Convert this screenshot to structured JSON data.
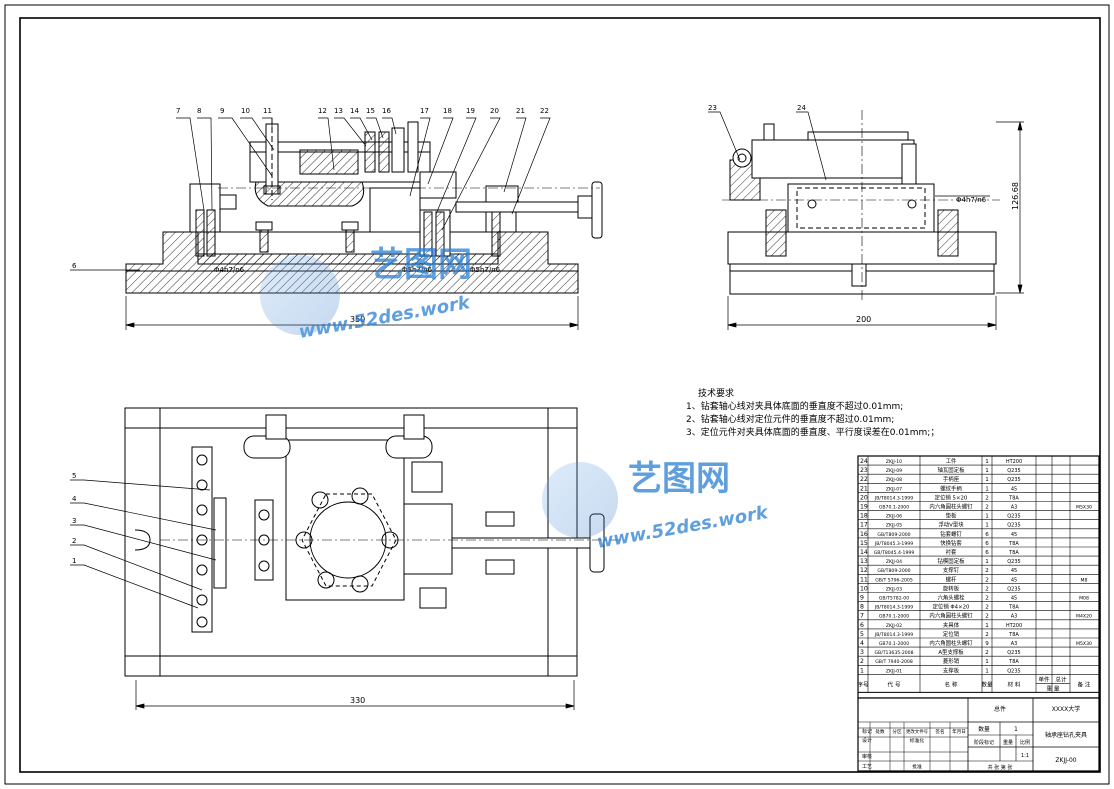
{
  "colors": {
    "line": "#000000",
    "hatch": "#000000",
    "watermark": "#2a7fd4"
  },
  "dims": {
    "front_width": "350",
    "side_width": "200",
    "side_height": "126.68",
    "top_width": "330"
  },
  "fits": {
    "fit_a": "Φ4h7/n6",
    "fit_b": "Φ5h7/n6",
    "fit_c": "Φ5h7/n6",
    "fit_side": "Φ4h7/n6"
  },
  "balloons_front": [
    "7",
    "8",
    "9",
    "10",
    "11",
    "12",
    "13",
    "14",
    "15",
    "16",
    "17",
    "18",
    "19",
    "20",
    "21",
    "22"
  ],
  "balloon_6": "6",
  "balloons_side": [
    "23",
    "24"
  ],
  "balloons_top": [
    "5",
    "4",
    "3",
    "2",
    "1"
  ],
  "tech": {
    "title": "技术要求",
    "lines": [
      "1、钻套轴心线对夹具体底面的垂直度不超过0.01mm;",
      "2、钻套轴心线对定位元件的垂直度不超过0.01mm;",
      "3、定位元件对夹具体底面的垂直度、平行度误差在0.01mm;；"
    ]
  },
  "watermark": {
    "brand": "艺图网",
    "url": "www.52des.work"
  },
  "bom": [
    {
      "no": "24",
      "code": "ZKJJ-10",
      "name": "工件",
      "qty": "1",
      "mat": "HT200",
      "note": ""
    },
    {
      "no": "23",
      "code": "ZKJJ-09",
      "name": "轴瓦固定板",
      "qty": "1",
      "mat": "Q235",
      "note": ""
    },
    {
      "no": "22",
      "code": "ZKJJ-08",
      "name": "手柄座",
      "qty": "1",
      "mat": "Q235",
      "note": ""
    },
    {
      "no": "21",
      "code": "ZKJJ-07",
      "name": "螺纹手柄",
      "qty": "1",
      "mat": "45",
      "note": ""
    },
    {
      "no": "20",
      "code": "JB/T8014.3-1999",
      "name": "定位销 5×20",
      "qty": "2",
      "mat": "T8A",
      "note": ""
    },
    {
      "no": "19",
      "code": "GB70.1-2000",
      "name": "内六角圆柱头螺钉",
      "qty": "2",
      "mat": "A3",
      "note": "M5X30"
    },
    {
      "no": "18",
      "code": "ZKJJ-06",
      "name": "垫板",
      "qty": "1",
      "mat": "Q235",
      "note": ""
    },
    {
      "no": "17",
      "code": "ZKJJ-05",
      "name": "浮动V型块",
      "qty": "1",
      "mat": "Q235",
      "note": ""
    },
    {
      "no": "16",
      "code": "GB/T809-2000",
      "name": "钻套螺钉",
      "qty": "6",
      "mat": "45",
      "note": ""
    },
    {
      "no": "15",
      "code": "JB/T8045.3-1999",
      "name": "快换钻套",
      "qty": "6",
      "mat": "T8A",
      "note": ""
    },
    {
      "no": "14",
      "code": "GB/T8045.4-1999",
      "name": "衬套",
      "qty": "6",
      "mat": "T8A",
      "note": ""
    },
    {
      "no": "13",
      "code": "ZKJJ-04",
      "name": "钻模固定板",
      "qty": "1",
      "mat": "Q235",
      "note": ""
    },
    {
      "no": "12",
      "code": "GB/T809-2000",
      "name": "支撑钉",
      "qty": "2",
      "mat": "45",
      "note": ""
    },
    {
      "no": "11",
      "code": "GB/T 5796-2005",
      "name": "螺杆",
      "qty": "2",
      "mat": "45",
      "note": "M8"
    },
    {
      "no": "10",
      "code": "ZKJJ-03",
      "name": "旋转板",
      "qty": "2",
      "mat": "Q235",
      "note": ""
    },
    {
      "no": "9",
      "code": "GB/T5782-00",
      "name": "六角头螺栓",
      "qty": "2",
      "mat": "45",
      "note": "M08"
    },
    {
      "no": "8",
      "code": "JB/T8014.3-1999",
      "name": "定位销 Φ4×20",
      "qty": "2",
      "mat": "T8A",
      "note": ""
    },
    {
      "no": "7",
      "code": "GB70.1-2000",
      "name": "内六角圆柱头螺钉",
      "qty": "2",
      "mat": "A3",
      "note": "M4X20"
    },
    {
      "no": "6",
      "code": "ZKJJ-02",
      "name": "夹具体",
      "qty": "1",
      "mat": "HT200",
      "note": ""
    },
    {
      "no": "5",
      "code": "JB/T8014.3-1999",
      "name": "定位销",
      "qty": "2",
      "mat": "T8A",
      "note": ""
    },
    {
      "no": "4",
      "code": "GB70.1-2000",
      "name": "内六角圆柱头螺钉",
      "qty": "9",
      "mat": "A3",
      "note": "M5X30"
    },
    {
      "no": "3",
      "code": "GB/T13635-2008",
      "name": "A型支撑板",
      "qty": "2",
      "mat": "Q235",
      "note": ""
    },
    {
      "no": "2",
      "code": "GB/T 7940-2008",
      "name": "菱形销",
      "qty": "1",
      "mat": "T8A",
      "note": ""
    },
    {
      "no": "1",
      "code": "ZKJJ-01",
      "name": "支撑板",
      "qty": "1",
      "mat": "Q235",
      "note": ""
    }
  ],
  "bom_header": {
    "no": "序号",
    "code": "代 号",
    "name": "名 称",
    "qty": "数量",
    "mat": "材 料",
    "unit": "单件",
    "total": "总计",
    "weight": "重 量",
    "note": "备 注"
  },
  "title_block": {
    "assembly": "总件",
    "university": "XXXX大学",
    "drawing_name": "轴承座钻孔夹具",
    "drawing_no": "ZKJJ-00",
    "qty_label": "数量",
    "qty_val": "1",
    "stage_label": "阶段标记",
    "weight_label": "重量",
    "scale_label": "比例",
    "scale_val": "1:1",
    "sheets": "共 张 第 张",
    "row_labels": [
      "标记",
      "设计",
      "审核",
      "工艺"
    ],
    "sig_cols": [
      "处数",
      "分区",
      "更改文件号",
      "签名",
      "年月日"
    ],
    "std_label": "标准化",
    "approve_label": "批准"
  }
}
